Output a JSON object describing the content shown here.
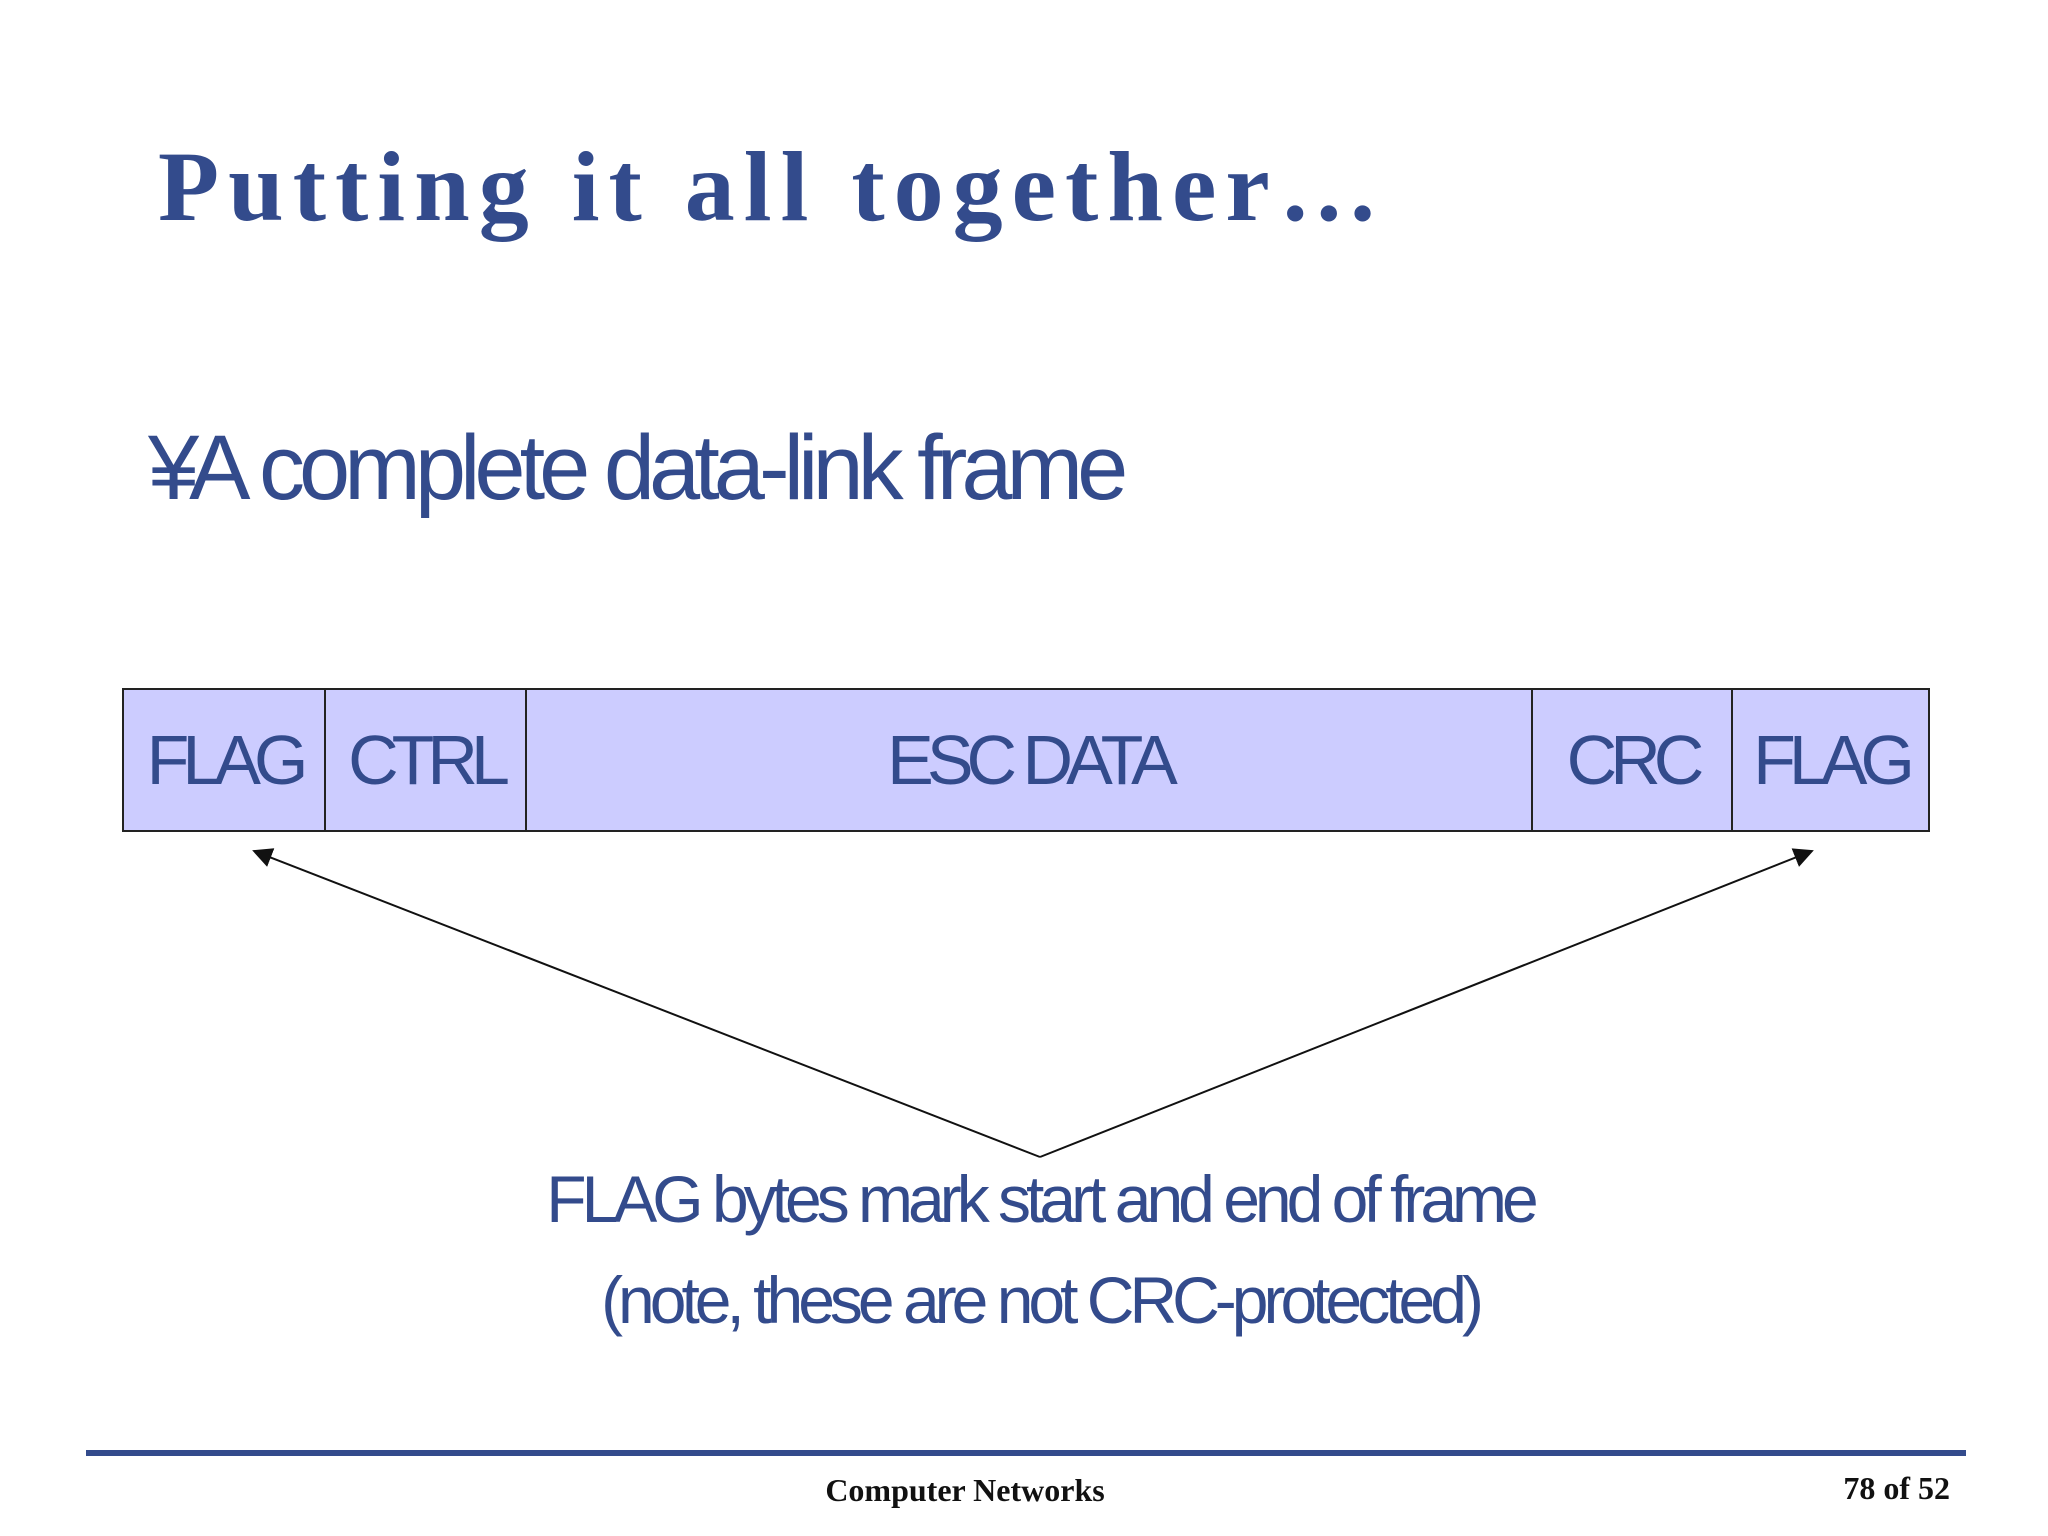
{
  "slide": {
    "title": "Putting it all together…",
    "bullet_mark": "¥",
    "bullet_text": "A complete data-link frame"
  },
  "frame": {
    "fields": [
      {
        "label": "FLAG"
      },
      {
        "label": "CTRL"
      },
      {
        "label": "ESC DATA"
      },
      {
        "label": "CRC"
      },
      {
        "label": "FLAG"
      }
    ]
  },
  "annotation": {
    "line1": "FLAG bytes mark start and end of frame",
    "line2": "(note, these are not CRC-protected)"
  },
  "footer": {
    "course": "Computer Networks",
    "page": "78 of 52"
  },
  "colors": {
    "text_blue": "#334b8c",
    "field_fill": "#ccccff",
    "rule_blue": "#334b8c"
  }
}
